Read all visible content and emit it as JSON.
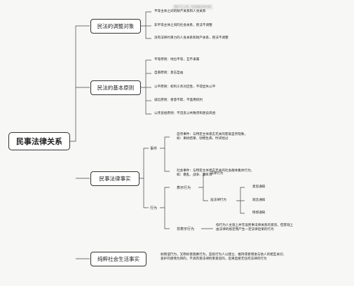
{
  "watermark": "图片已上传，检测通过的内容",
  "root": "民事法律关系",
  "branches": {
    "object": {
      "label": "民法的调整对象",
      "items": [
        "平等主体之间的财产关系和人身关系",
        "非平等主体之间的社会关系，民法不调整",
        "没有法律约束力的人身关系和财产关系，民法不调整"
      ]
    },
    "principles": {
      "label": "民法的基本原则",
      "items": [
        "平等原则：地位平等，互不隶属",
        "自愿原则：意志自由",
        "公平原则：权利义务对应性，不得显失公平",
        "诚信原则：善意不欺，不滥用权利",
        "公序良俗原则：不违反公共秩序和善良风俗"
      ]
    },
    "facts": {
      "label": "民事法律事实",
      "event": {
        "label": "事件",
        "natural": [
          "自然事件：与特定主体意志无关的客观自然现象，",
          "如：果树结果、动物生病、时间经过"
        ],
        "social": [
          "社会事件：与特定主体意志无关的社会群体集体行为，",
          "如：暴乱、战争、罢工等"
        ]
      },
      "action": {
        "label": "行为",
        "expressive": {
          "label": "表示行为",
          "legal_act": "法律行为",
          "quasi": {
            "label": "准法律行为",
            "items": [
              "意思通知",
              "观念通知",
              "情感通知"
            ]
          }
        },
        "non_expressive": {
          "label": "非表示行为",
          "desc": [
            "指行为人主观上并无设民事法律关系的意思，但客观上",
            "由法律的规定而产生一定法律后果的行为"
          ]
        }
      }
    },
    "social": {
      "label": "纯粹社会生活事实",
      "desc": [
        "如情谊行为，又称好意施惠行为，是指行为人以建立、维持或者增进与他人的相互关切、",
        "爱护的感情为目的，不具有受法律拘束意思的，后果直接无任何法律的行为"
      ]
    }
  }
}
